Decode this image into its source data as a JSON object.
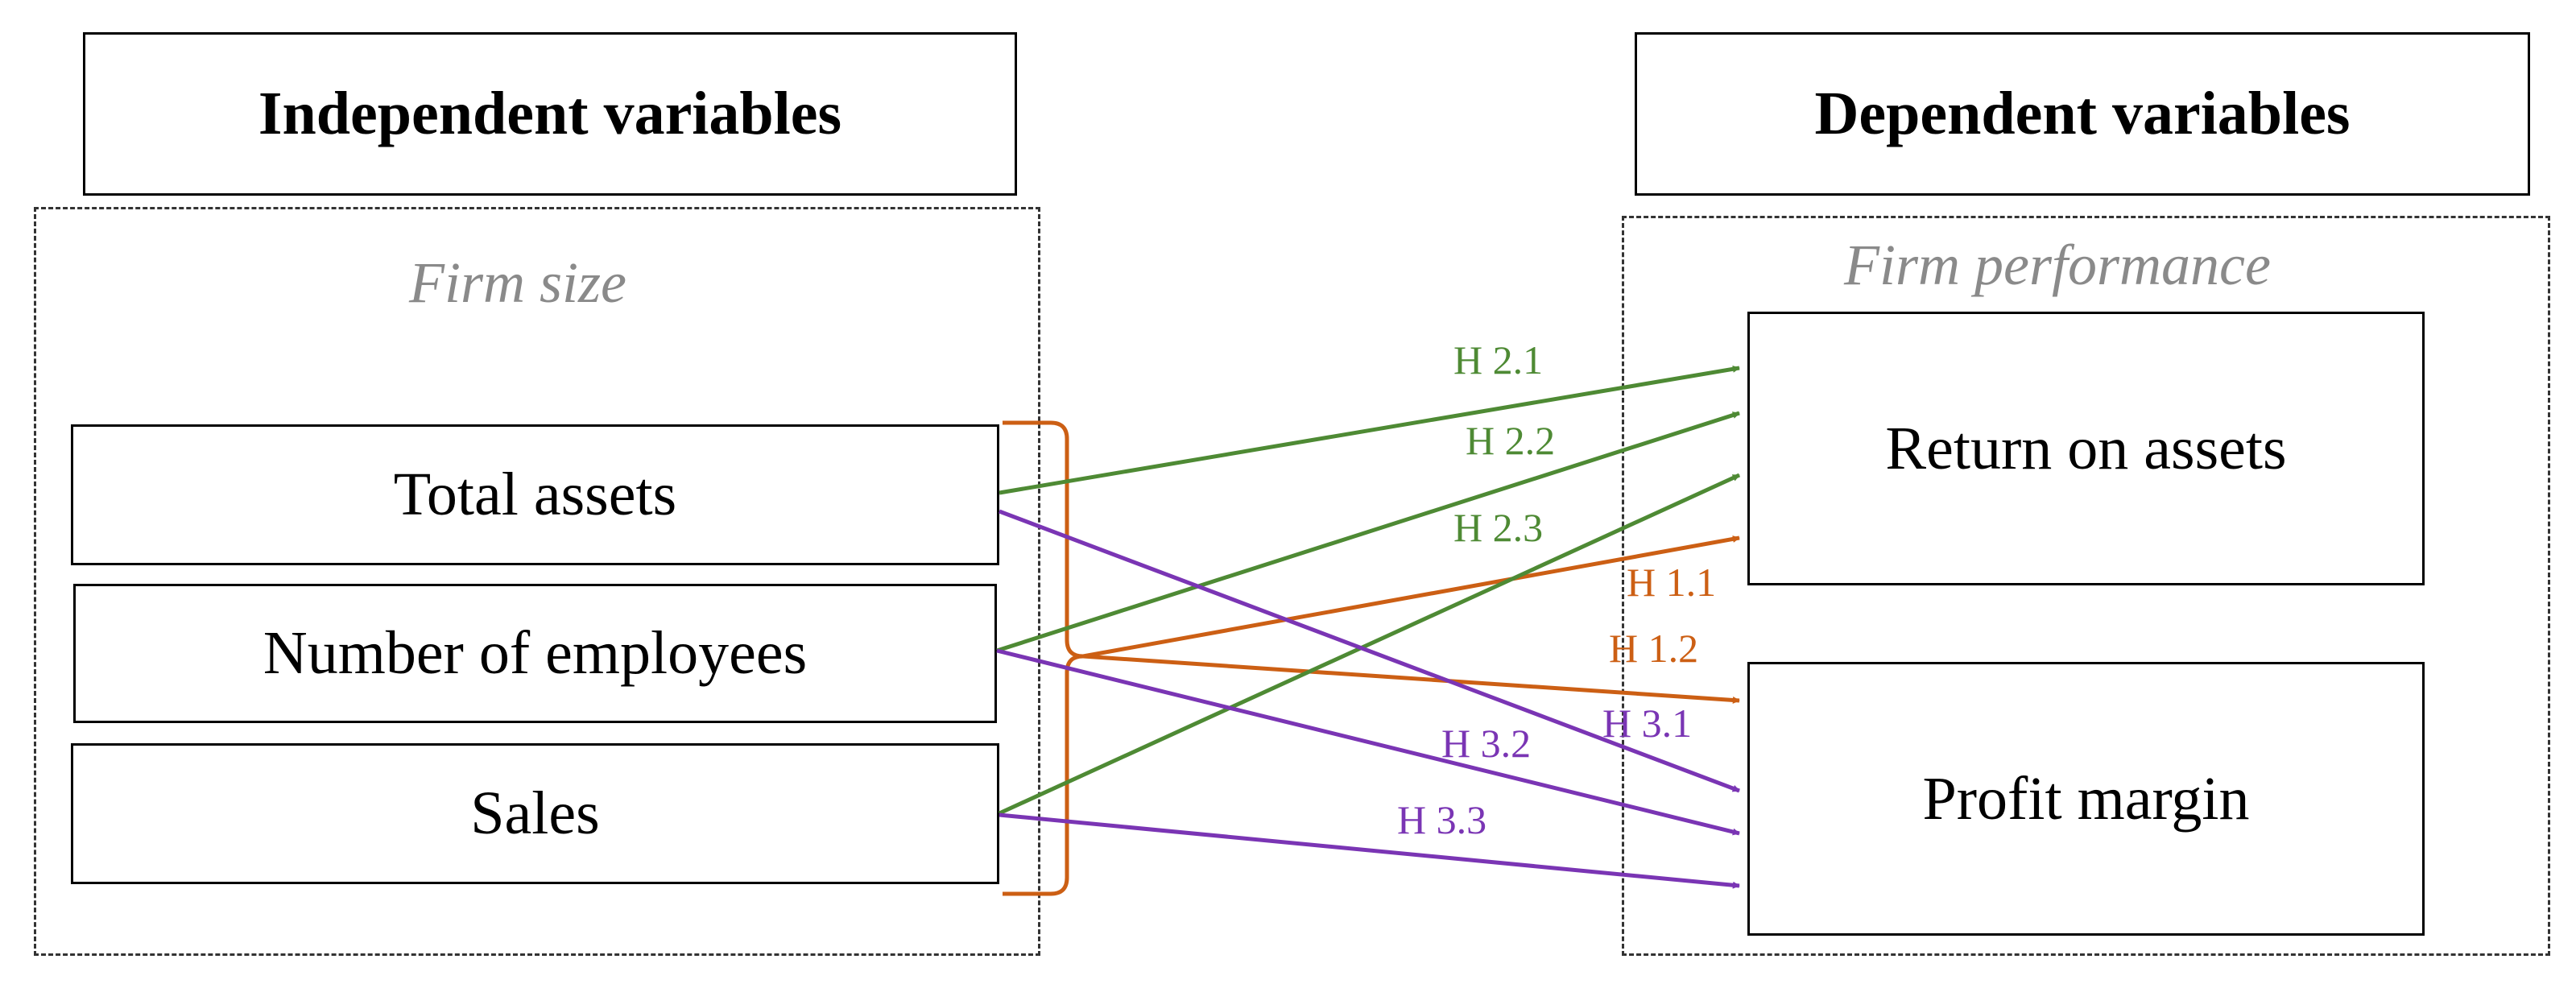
{
  "headers": {
    "independent": "Independent variables",
    "dependent": "Dependent variables"
  },
  "groups": {
    "independent": "Firm size",
    "dependent": "Firm performance"
  },
  "independent_vars": [
    "Total assets",
    "Number of employees",
    "Sales"
  ],
  "dependent_vars": [
    "Return on assets",
    "Profit margin"
  ],
  "colors": {
    "h1": "#cc5f14",
    "h2": "#4e8a34",
    "h3": "#7a35b4",
    "group_label": "#8a8a8a"
  },
  "hypotheses": [
    {
      "label": "H 1.1",
      "from": "Firm size",
      "to": "Return on assets",
      "color": "h1"
    },
    {
      "label": "H 1.2",
      "from": "Firm size",
      "to": "Profit margin",
      "color": "h1"
    },
    {
      "label": "H 2.1",
      "from": "Total assets",
      "to": "Return on assets",
      "color": "h2"
    },
    {
      "label": "H 2.2",
      "from": "Number of employees",
      "to": "Return on assets",
      "color": "h2"
    },
    {
      "label": "H 2.3",
      "from": "Sales",
      "to": "Return on assets",
      "color": "h2"
    },
    {
      "label": "H 3.1",
      "from": "Total assets",
      "to": "Profit margin",
      "color": "h3"
    },
    {
      "label": "H 3.2",
      "from": "Number of employees",
      "to": "Profit margin",
      "color": "h3"
    },
    {
      "label": "H 3.3",
      "from": "Sales",
      "to": "Profit margin",
      "color": "h3"
    }
  ]
}
